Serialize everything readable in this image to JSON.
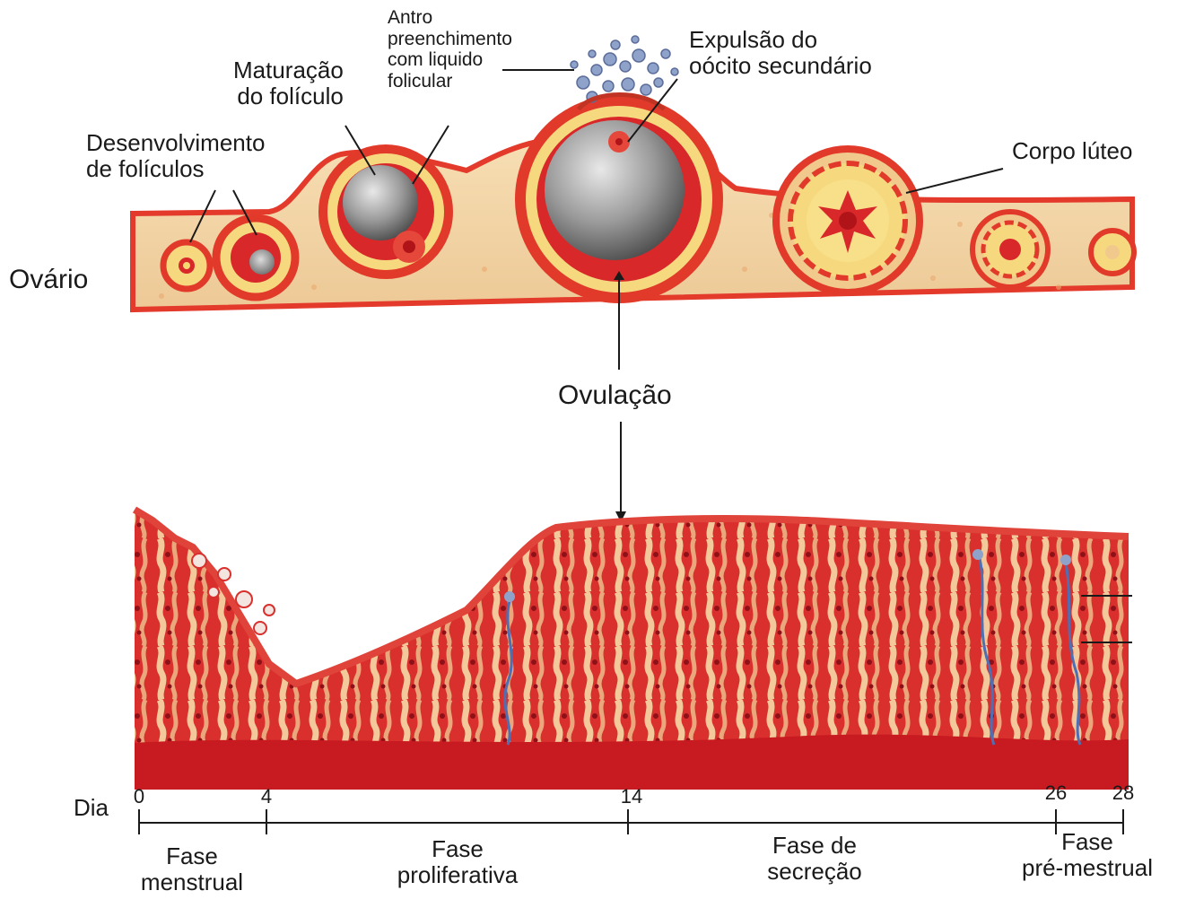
{
  "labels": {
    "ovario": "Ovário",
    "desenvolvimento_line1": "Desenvolvimento",
    "desenvolvimento_line2": "de folículos",
    "maturacao_line1": "Maturação",
    "maturacao_line2": "do folículo",
    "antro_line1": "Antro",
    "antro_line2": "preenchimento",
    "antro_line3": "com liquido",
    "antro_line4": "folicular",
    "expulsao_line1": "Expulsão do",
    "expulsao_line2": "oócito secundário",
    "corpo_luteo": "Corpo lúteo",
    "ovulacao": "Ovulação"
  },
  "timeline": {
    "dia_label": "Dia",
    "days": [
      "0",
      "4",
      "14",
      "26",
      "28"
    ],
    "phases": [
      {
        "line1": "Fase",
        "line2": "menstrual"
      },
      {
        "line1": "Fase",
        "line2": "proliferativa"
      },
      {
        "line1": "Fase de",
        "line2": "secreção"
      },
      {
        "line1": "Fase",
        "line2": "pré-mestrual"
      }
    ]
  },
  "colors": {
    "tissue_red": "#d8282a",
    "tissue_dark": "#b01418",
    "tissue_light": "#f2d3a8",
    "follicle_yellow": "#f7d774",
    "antrum_gray": "#8d8d8d"
  }
}
